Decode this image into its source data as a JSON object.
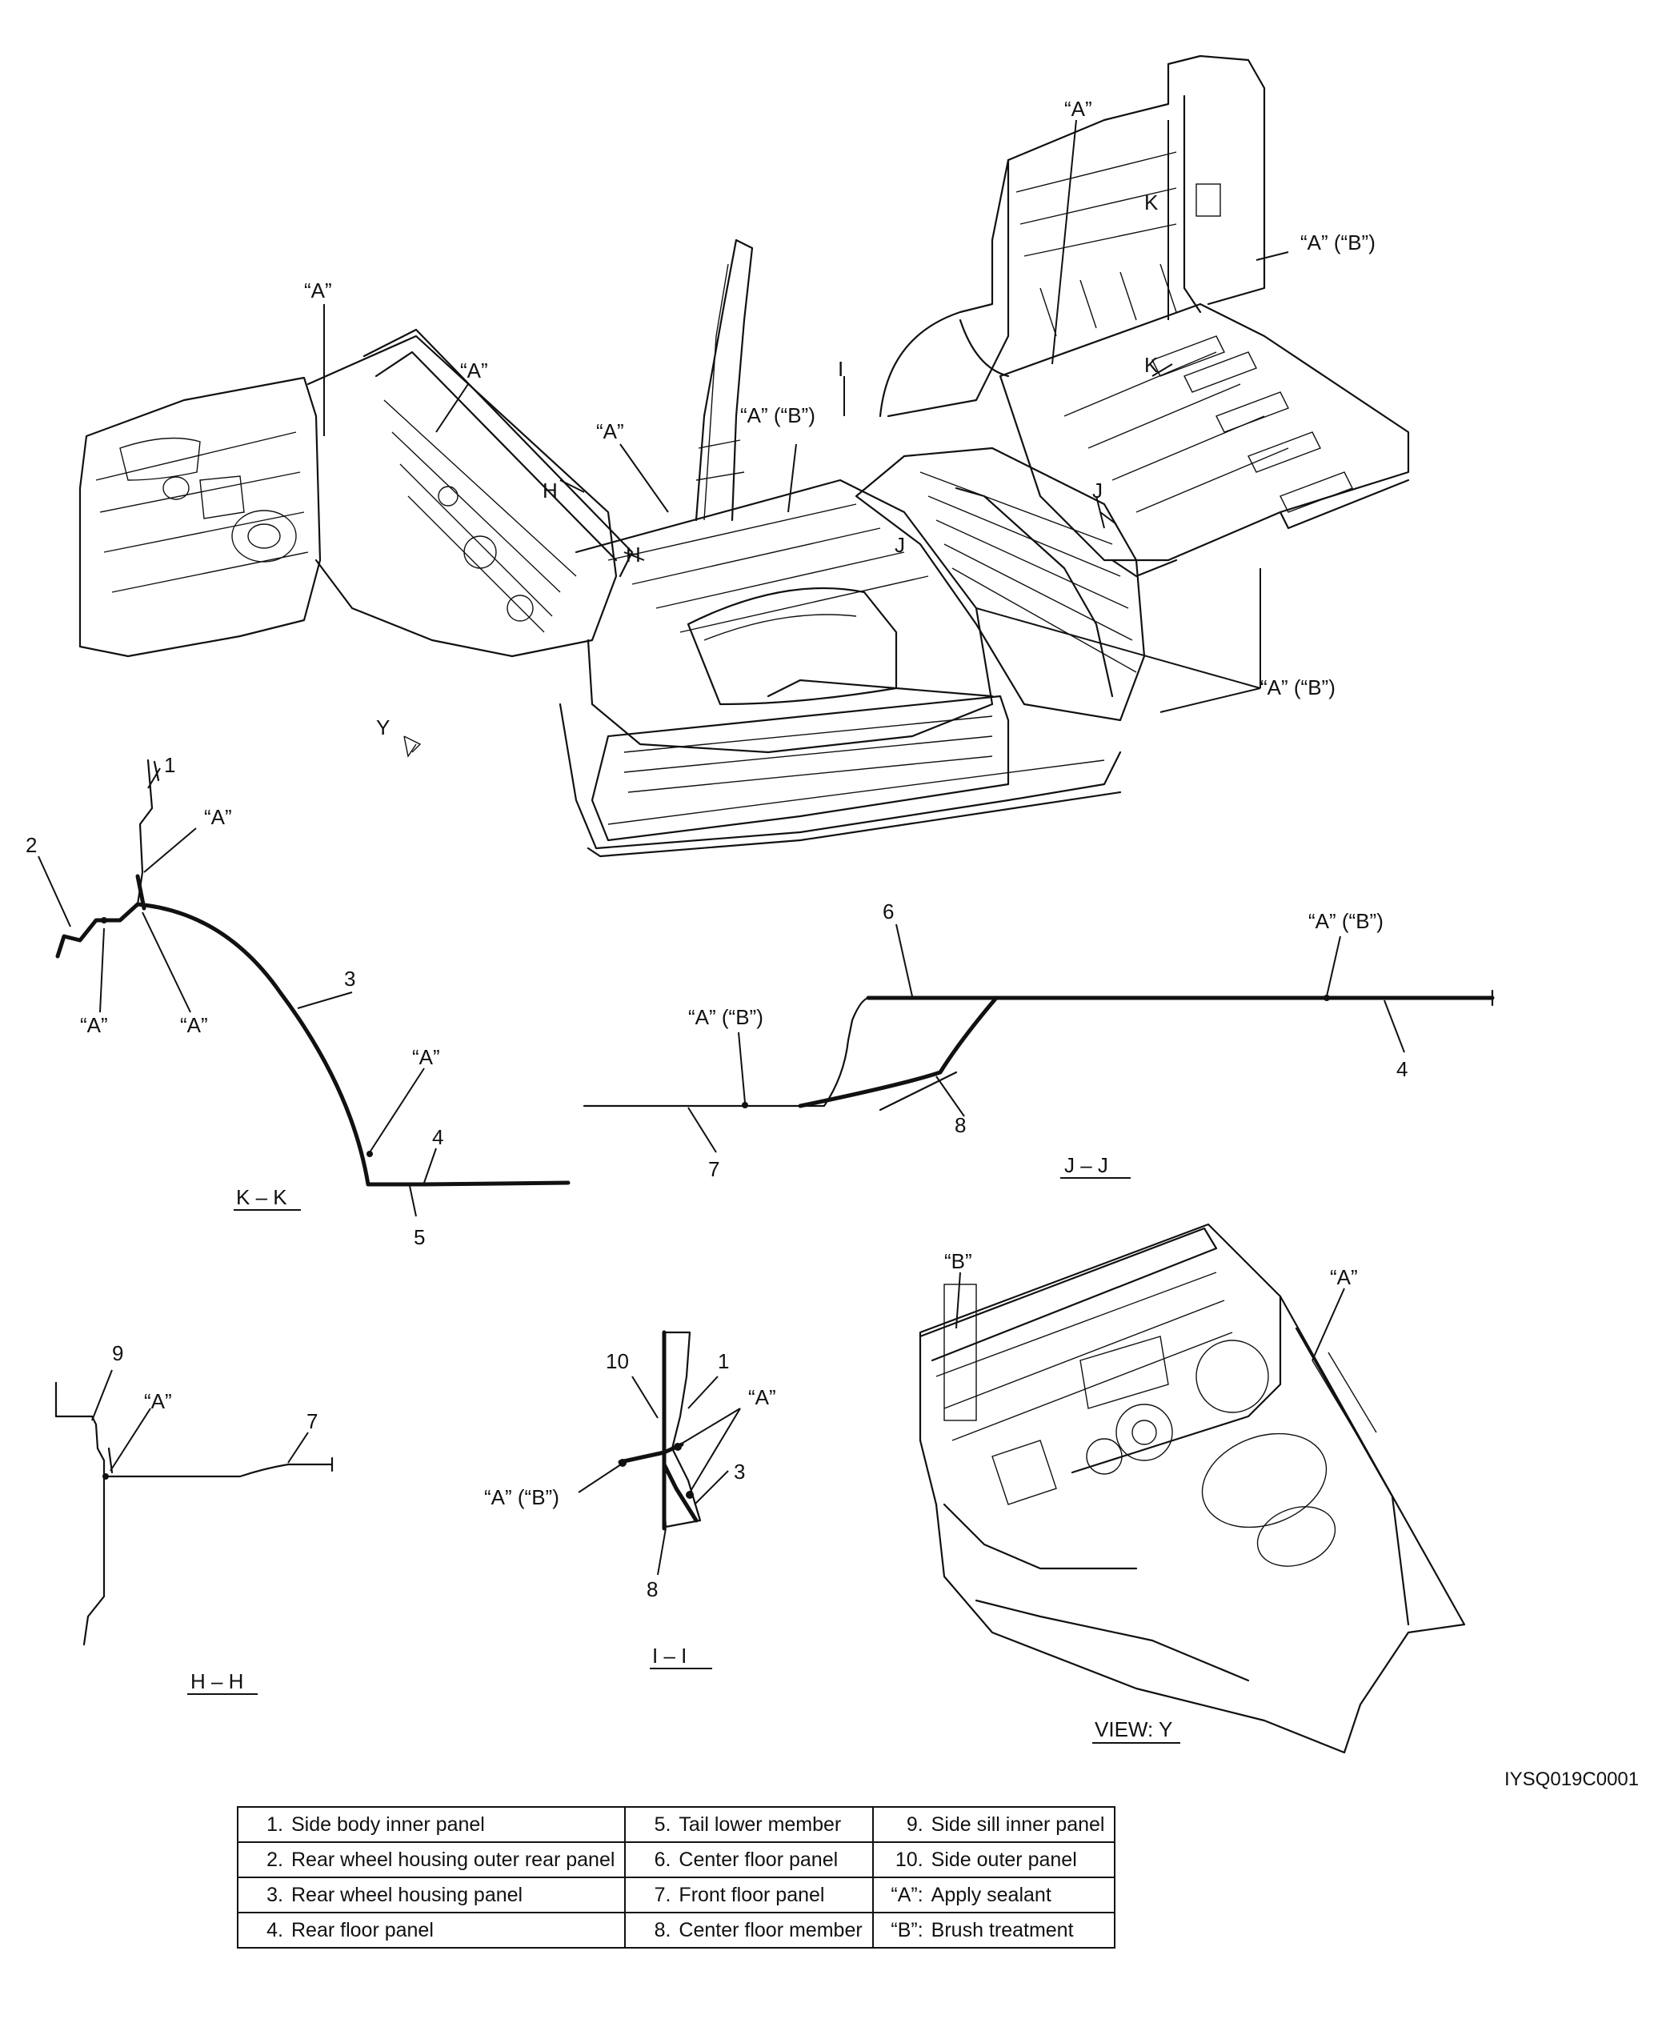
{
  "image_code": "IYSQ019C0001",
  "callouts": {
    "a": "“A”",
    "b": "“B”",
    "ab": "“A” (“B”)"
  },
  "section_marks": {
    "h": "H",
    "i": "I",
    "j": "J",
    "k": "K",
    "y": "Y"
  },
  "views": {
    "kk": "K – K",
    "jj": "J – J",
    "hh": "H – H",
    "ii": "I – I",
    "y": "VIEW: Y"
  },
  "part_numbers": [
    "1",
    "2",
    "3",
    "4",
    "5",
    "6",
    "7",
    "8",
    "9",
    "10"
  ],
  "legend": {
    "rows": [
      [
        {
          "num": "1.",
          "text": "Side body inner panel"
        },
        {
          "num": "5.",
          "text": "Tail lower member"
        },
        {
          "num": "9.",
          "text": "Side sill inner panel"
        }
      ],
      [
        {
          "num": "2.",
          "text": "Rear wheel housing outer rear panel"
        },
        {
          "num": "6.",
          "text": "Center floor panel"
        },
        {
          "num": "10.",
          "text": "Side outer panel"
        }
      ],
      [
        {
          "num": "3.",
          "text": "Rear wheel housing panel"
        },
        {
          "num": "7.",
          "text": "Front floor panel"
        },
        {
          "num": "“A”:",
          "text": "Apply sealant"
        }
      ],
      [
        {
          "num": "4.",
          "text": "Rear floor panel"
        },
        {
          "num": "8.",
          "text": "Center floor member"
        },
        {
          "num": "“B”:",
          "text": "Brush treatment"
        }
      ]
    ]
  }
}
